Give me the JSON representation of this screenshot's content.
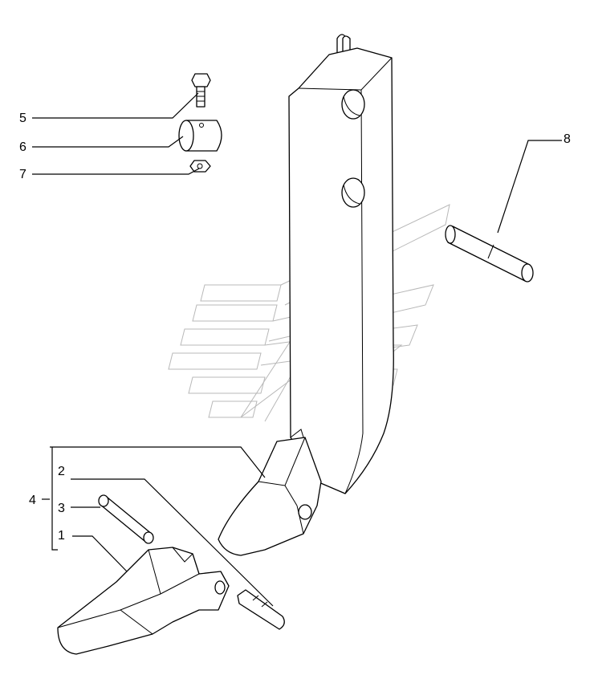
{
  "callouts": [
    {
      "id": "5",
      "label": "5"
    },
    {
      "id": "6",
      "label": "6"
    },
    {
      "id": "7",
      "label": "7"
    },
    {
      "id": "8",
      "label": "8"
    },
    {
      "id": "4",
      "label": "4"
    },
    {
      "id": "2",
      "label": "2"
    },
    {
      "id": "3",
      "label": "3"
    },
    {
      "id": "1",
      "label": "1"
    }
  ],
  "parts": {
    "shank": "ripper-shank",
    "tooth": "ripper-tooth",
    "tooth_pin": "tooth-pin",
    "pin": "shank-pin",
    "bolt": "bolt",
    "bushing": "bushing",
    "nut": "nut",
    "retainer": "retainer-pin"
  },
  "watermark": "brand-emblem"
}
